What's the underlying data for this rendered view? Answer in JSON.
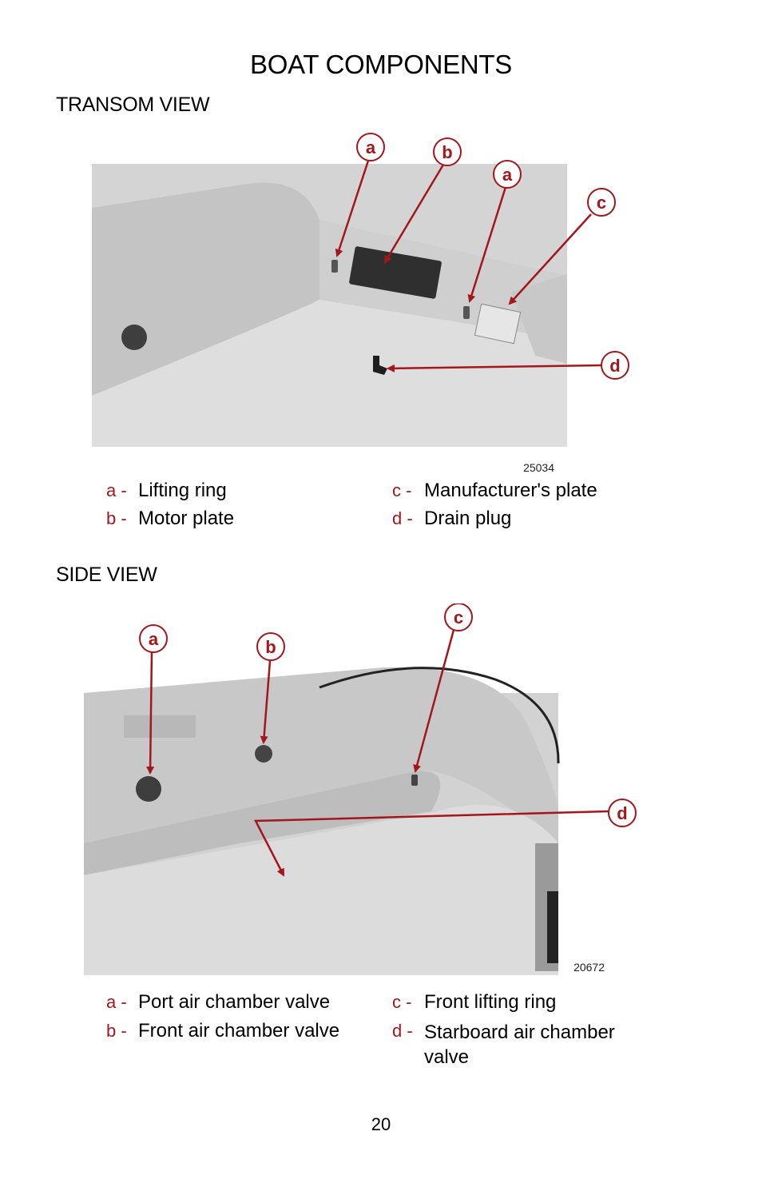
{
  "page": {
    "title": "BOAT COMPONENTS",
    "page_number": "20",
    "accent_color": "#a3171c"
  },
  "transom": {
    "heading": "TRANSOM VIEW",
    "figure_number": "25034",
    "callouts": [
      "a",
      "b",
      "a",
      "c",
      "d"
    ],
    "legend": [
      {
        "key": "a -",
        "label": "Lifting ring"
      },
      {
        "key": "b -",
        "label": "Motor plate"
      },
      {
        "key": "c -",
        "label": "Manufacturer's plate"
      },
      {
        "key": "d -",
        "label": "Drain plug"
      }
    ]
  },
  "side": {
    "heading": "SIDE VIEW",
    "figure_number": "20672",
    "callouts": [
      "a",
      "b",
      "c",
      "d"
    ],
    "legend": [
      {
        "key": "a -",
        "label": "Port air chamber valve"
      },
      {
        "key": "b -",
        "label": "Front air chamber valve"
      },
      {
        "key": "c -",
        "label": "Front lifting ring"
      },
      {
        "key": "d -",
        "label": "Starboard air chamber valve"
      }
    ]
  }
}
